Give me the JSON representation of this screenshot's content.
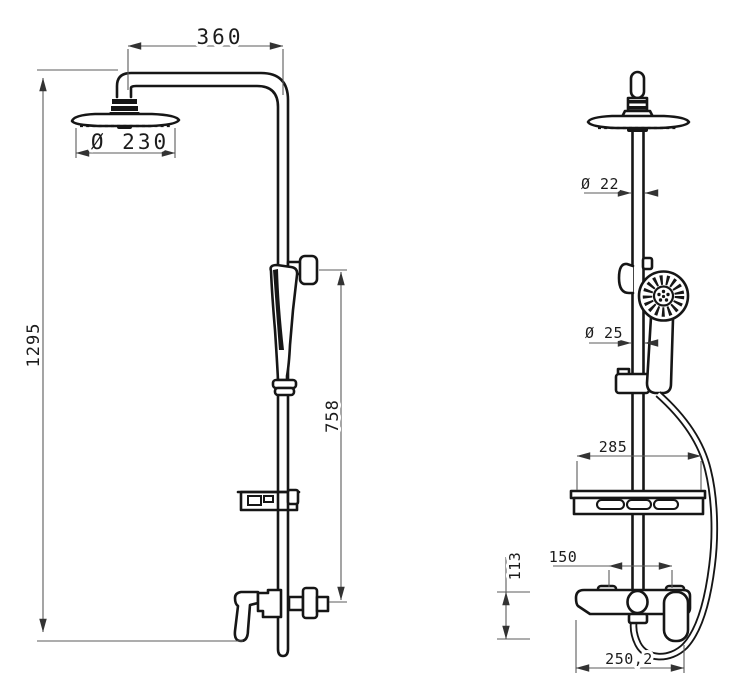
{
  "front_view": {
    "dims": {
      "arm_reach": "360",
      "head_diameter": "Ø 230",
      "total_height": "1295",
      "hand_shower_height": "758"
    }
  },
  "side_view": {
    "dims": {
      "upper_pipe_diameter": "Ø 22",
      "hand_shower_handle_diameter": "Ø 25",
      "shelf_width": "285",
      "inlet_spacing": "150",
      "mixer_height": "113",
      "mixer_width": "250,2"
    }
  },
  "colors": {
    "line": "#161616",
    "dimension": "#5b5b5b",
    "background": "#ffffff"
  }
}
